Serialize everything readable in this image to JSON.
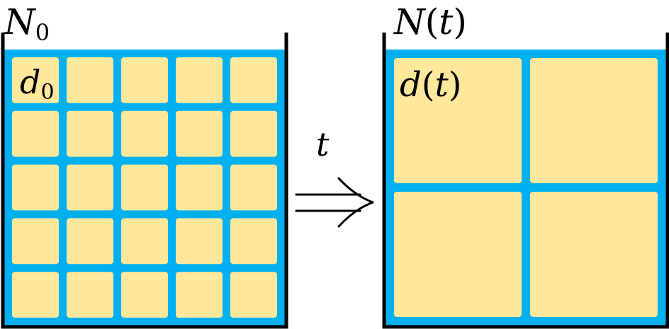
{
  "left_container": {
    "label_main": "N",
    "label_sub": "0",
    "cell_label_main": "d",
    "cell_label_sub": "0",
    "grid_rows": 5,
    "grid_cols": 5
  },
  "right_container": {
    "label_main": "N",
    "label_arg": "t",
    "cell_label_main": "d",
    "cell_label_arg": "t",
    "grid_rows": 2,
    "grid_cols": 2
  },
  "transition": {
    "label": "t",
    "arrow_icon": "double-right-arrow-icon"
  },
  "colors": {
    "fluid": "#00b0f0",
    "cell": "#fde89c",
    "wall": "#000000"
  }
}
